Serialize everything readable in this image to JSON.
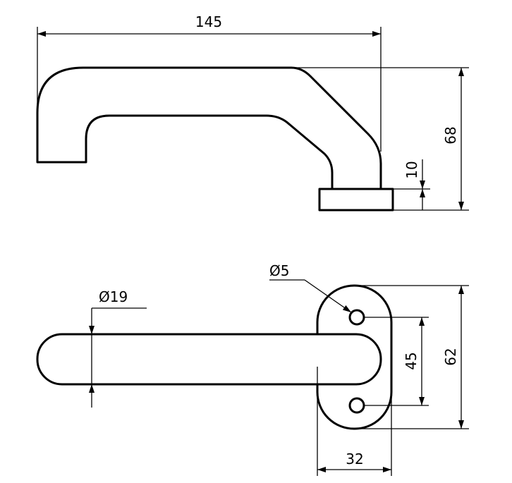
{
  "drawing": {
    "side_view": {
      "overall_length": "145",
      "overall_height": "68",
      "rose_thickness": "10"
    },
    "top_view": {
      "hole_diameter": "Ø5",
      "grip_diameter": "Ø19",
      "hole_spacing": "45",
      "rose_length": "62",
      "rose_width": "32"
    }
  }
}
